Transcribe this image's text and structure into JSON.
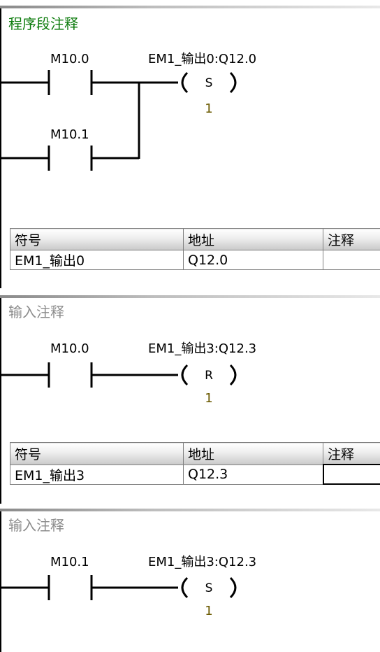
{
  "networks": [
    {
      "comment": "程序段注释",
      "contacts": [
        "M10.0",
        "M10.1"
      ],
      "coil": {
        "symbol": "EM1_输出0:Q12.0",
        "letter": "S",
        "count": "1"
      },
      "table": {
        "headers": [
          "符号",
          "地址",
          "注释"
        ],
        "rows": [
          [
            "EM1_输出0",
            "Q12.0",
            ""
          ]
        ]
      }
    },
    {
      "comment": "输入注释",
      "contacts": [
        "M10.0"
      ],
      "coil": {
        "symbol": "EM1_输出3:Q12.3",
        "letter": "R",
        "count": "1"
      },
      "table": {
        "headers": [
          "符号",
          "地址",
          "注释"
        ],
        "rows": [
          [
            "EM1_输出3",
            "Q12.3",
            ""
          ]
        ]
      }
    },
    {
      "comment": "输入注释",
      "contacts": [
        "M10.1"
      ],
      "coil": {
        "symbol": "EM1_输出3:Q12.3",
        "letter": "S",
        "count": "1"
      }
    }
  ],
  "colors": {
    "comment_edited": "#0a7a0a",
    "comment_placeholder": "#8c8c8c",
    "coil_count": "#6b5a00"
  }
}
